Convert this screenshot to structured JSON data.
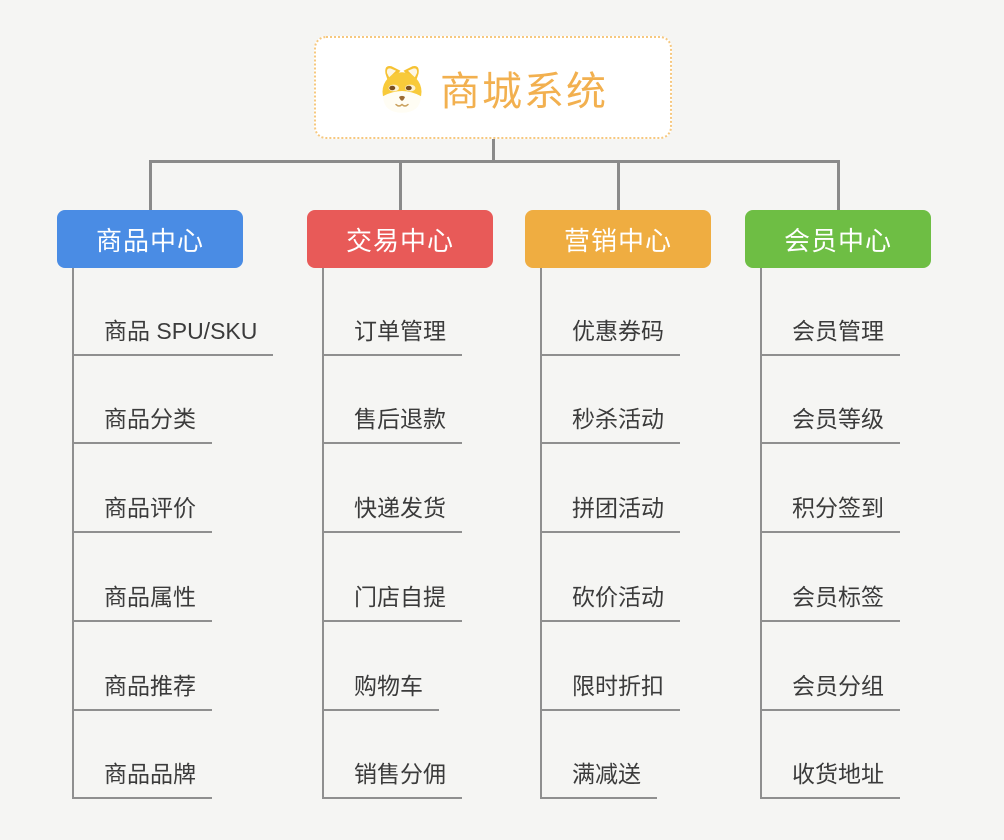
{
  "root": {
    "title": "商城系统",
    "icon": "doge-icon",
    "text_color": "#f2b04f",
    "border_color": "#f6c87f"
  },
  "branches": [
    {
      "label": "商品中心",
      "color": "#4a8ce4",
      "children": [
        "商品 SPU/SKU",
        "商品分类",
        "商品评价",
        "商品属性",
        "商品推荐",
        "商品品牌"
      ]
    },
    {
      "label": "交易中心",
      "color": "#e85a58",
      "children": [
        "订单管理",
        "售后退款",
        "快递发货",
        "门店自提",
        "购物车",
        "销售分佣"
      ]
    },
    {
      "label": "营销中心",
      "color": "#efad41",
      "children": [
        "优惠券码",
        "秒杀活动",
        "拼团活动",
        "砍价活动",
        "限时折扣",
        "满减送"
      ]
    },
    {
      "label": "会员中心",
      "color": "#6ebe44",
      "children": [
        "会员管理",
        "会员等级",
        "积分签到",
        "会员标签",
        "会员分组",
        "收货地址"
      ]
    }
  ],
  "colors": {
    "background": "#f5f5f3",
    "connector": "#8a8a8a",
    "child_text": "#3b3b3b"
  }
}
